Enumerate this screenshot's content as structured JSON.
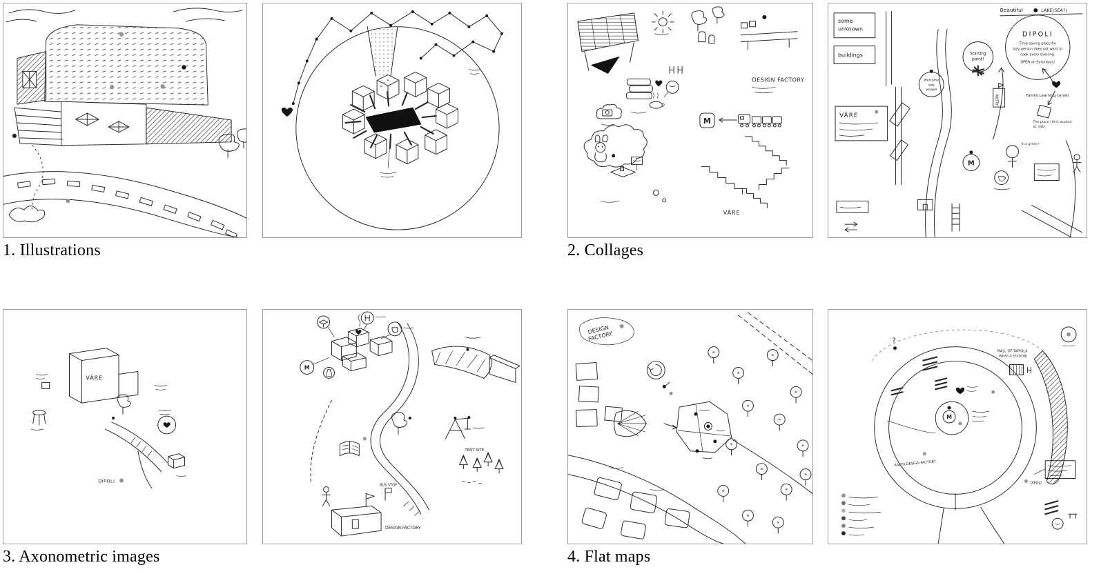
{
  "page": {
    "background": "#ffffff"
  },
  "groups": [
    {
      "id": "illustrations",
      "caption": "1. Illustrations"
    },
    {
      "id": "collages",
      "caption": "2. Collages"
    },
    {
      "id": "axonometric",
      "caption": "3. Axonometric images"
    },
    {
      "id": "flat-maps",
      "caption": "4. Flat maps"
    }
  ],
  "labels": {
    "collage_left": {
      "design_factory": "DESIGN FACTORY",
      "vare": "VÄRE",
      "metro": "M"
    },
    "collage_right": {
      "box_some": "some",
      "box_unknown": "unknown",
      "box_buildings": "buildings",
      "beautiful": "Beautiful",
      "lake": "LAKE(SEA?)",
      "dipoli": "DIPOLI",
      "dipoli_note_1": "Time-saving place for",
      "dipoli_note_2": "lazy person does not want to",
      "dipoli_note_3": "cook every evening.",
      "dipoli_note_4": "OPEN on Saturdays!",
      "starting_1": "Starting",
      "starting_2": "point!",
      "welcome_1": "Welcome",
      "welcome_2": "lazy",
      "welcome_3": "people",
      "vare": "VÄRE",
      "alepa": "ALEPA!",
      "family": "Family Learning center",
      "studied_1": "The place I first studied",
      "studied_2": "at. (B1)",
      "green": "It is green!",
      "metro": "M"
    },
    "axo_left": {
      "vare": "VÄRE",
      "dipoli": "DIPOLI"
    },
    "axo_right": {
      "design_factory": "DESIGN FACTORY",
      "tent_site": "TENT SITE",
      "bus_stop": "BUS STOP",
      "metro": "M"
    },
    "flat_left": {
      "design": "DESIGN",
      "factory": "FACTORY"
    },
    "flat_right": {
      "mall_1": "MALL OF TAPIOLA",
      "mall_2": "(NEAR A STATION)",
      "aalto_df": "AALTO DESIGN FACTORY",
      "dipoli": "DIPOLI",
      "metro": "M",
      "question": "?"
    }
  },
  "colors": {
    "ink": "#2a2a2a",
    "marker_gray": "#949494",
    "marker_black": "#161616",
    "panel_border": "#9b9b9b"
  }
}
